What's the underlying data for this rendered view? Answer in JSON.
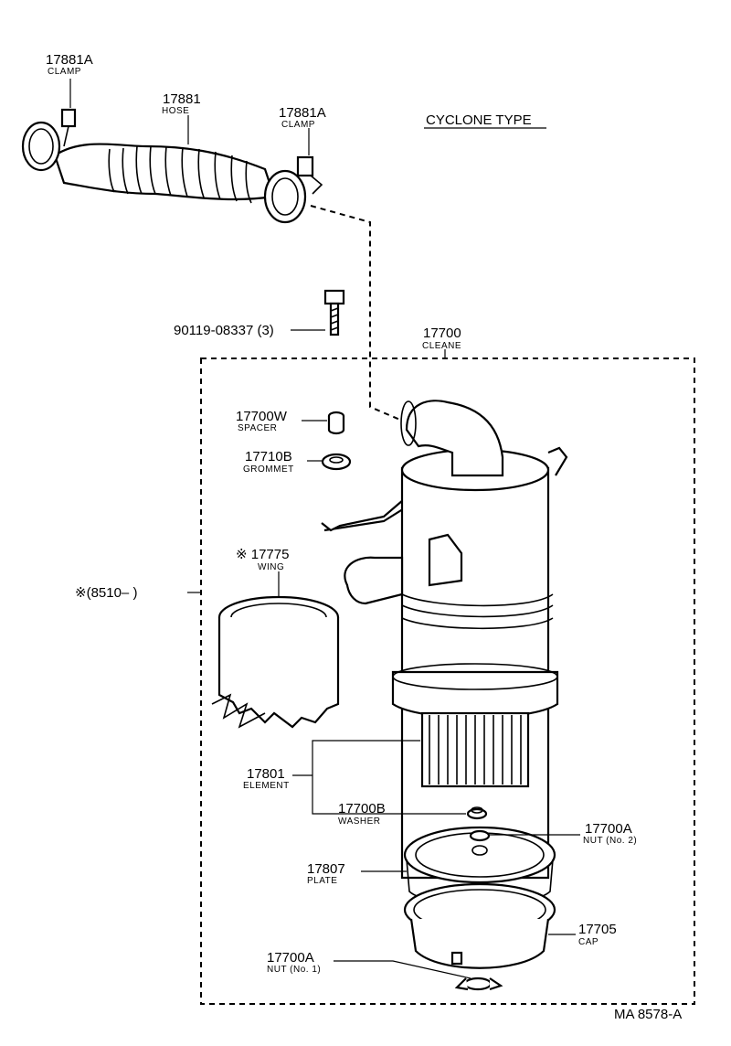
{
  "title": "CYCLONE TYPE",
  "footer": "MA  8578-A",
  "group_note": "※(8510–        )",
  "parts": {
    "clamp_left": {
      "number": "17881A",
      "name": "CLAMP"
    },
    "hose": {
      "number": "17881",
      "name": "HOSE"
    },
    "clamp_right": {
      "number": "17881A",
      "name": "CLAMP"
    },
    "bolt": {
      "number": "90119-08337 (3)",
      "name": ""
    },
    "cleaner": {
      "number": "17700",
      "name": "CLEANE"
    },
    "spacer": {
      "number": "17700W",
      "name": "SPACER"
    },
    "grommet": {
      "number": "17710B",
      "name": "GROMMET"
    },
    "wing": {
      "number": "※ 17775",
      "name": "WING"
    },
    "element": {
      "number": "17801",
      "name": "ELEMENT"
    },
    "washer": {
      "number": "17700B",
      "name": "WASHER"
    },
    "nut2": {
      "number": "17700A",
      "name": "NUT (No. 2)"
    },
    "plate": {
      "number": "17807",
      "name": "PLATE"
    },
    "cap": {
      "number": "17705",
      "name": "CAP"
    },
    "nut1": {
      "number": "17700A",
      "name": "NUT (No. 1)"
    }
  }
}
